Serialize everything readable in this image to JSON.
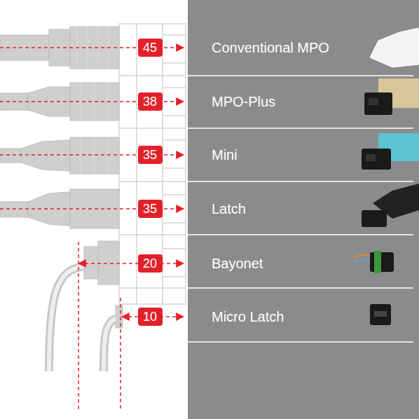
{
  "diagram": {
    "nodes": [
      {
        "text": [
          "45"
        ]
      },
      {
        "text": [
          "38"
        ]
      },
      {
        "text": [
          "35"
        ]
      },
      {
        "text": [
          "35"
        ]
      },
      {
        "text": [
          "20"
        ]
      },
      {
        "text": [
          "10"
        ]
      }
    ],
    "labels": [
      "Conventional MPO",
      "MPO-Plus",
      "Mini",
      "Latch",
      "Bayonet",
      "Micro Latch"
    ]
  }
}
